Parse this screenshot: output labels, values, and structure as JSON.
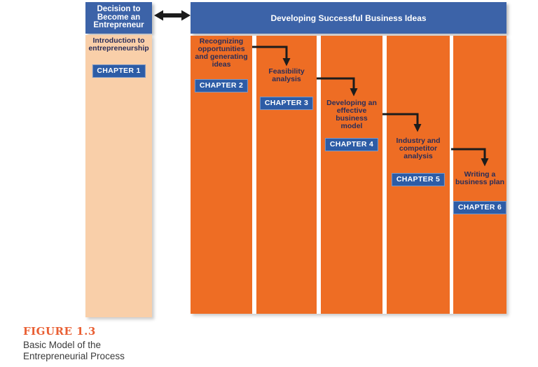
{
  "colors": {
    "header_blue": "#3c63a8",
    "badge_blue": "#2d5ca6",
    "column_orange": "#ee6d24",
    "panel_peach": "#f9cfa9",
    "arrow_black": "#1c1c1c",
    "figure_label_orange": "#e95f33",
    "label_navy": "#2a2d58"
  },
  "left_panel": {
    "header": "Decision to\nBecome an\nEntrepreneur",
    "label": "Introduction to\nentrepreneurship",
    "chapter": "CHAPTER 1"
  },
  "main_panel": {
    "header": "Developing Successful Business Ideas",
    "columns": [
      {
        "label": "Recognizing\nopportunities\nand generating\nideas",
        "chapter": "CHAPTER 2"
      },
      {
        "label": "Feasibility\nanalysis",
        "chapter": "CHAPTER 3"
      },
      {
        "label": "Developing an\neffective business\nmodel",
        "chapter": "CHAPTER 4"
      },
      {
        "label": "Industry and\ncompetitor\nanalysis",
        "chapter": "CHAPTER 5"
      },
      {
        "label": "Writing a\nbusiness plan",
        "chapter": "CHAPTER 6"
      }
    ]
  },
  "caption": {
    "figure_label": "FIGURE 1.3",
    "title": "Basic Model of the\nEntrepreneurial Process"
  }
}
